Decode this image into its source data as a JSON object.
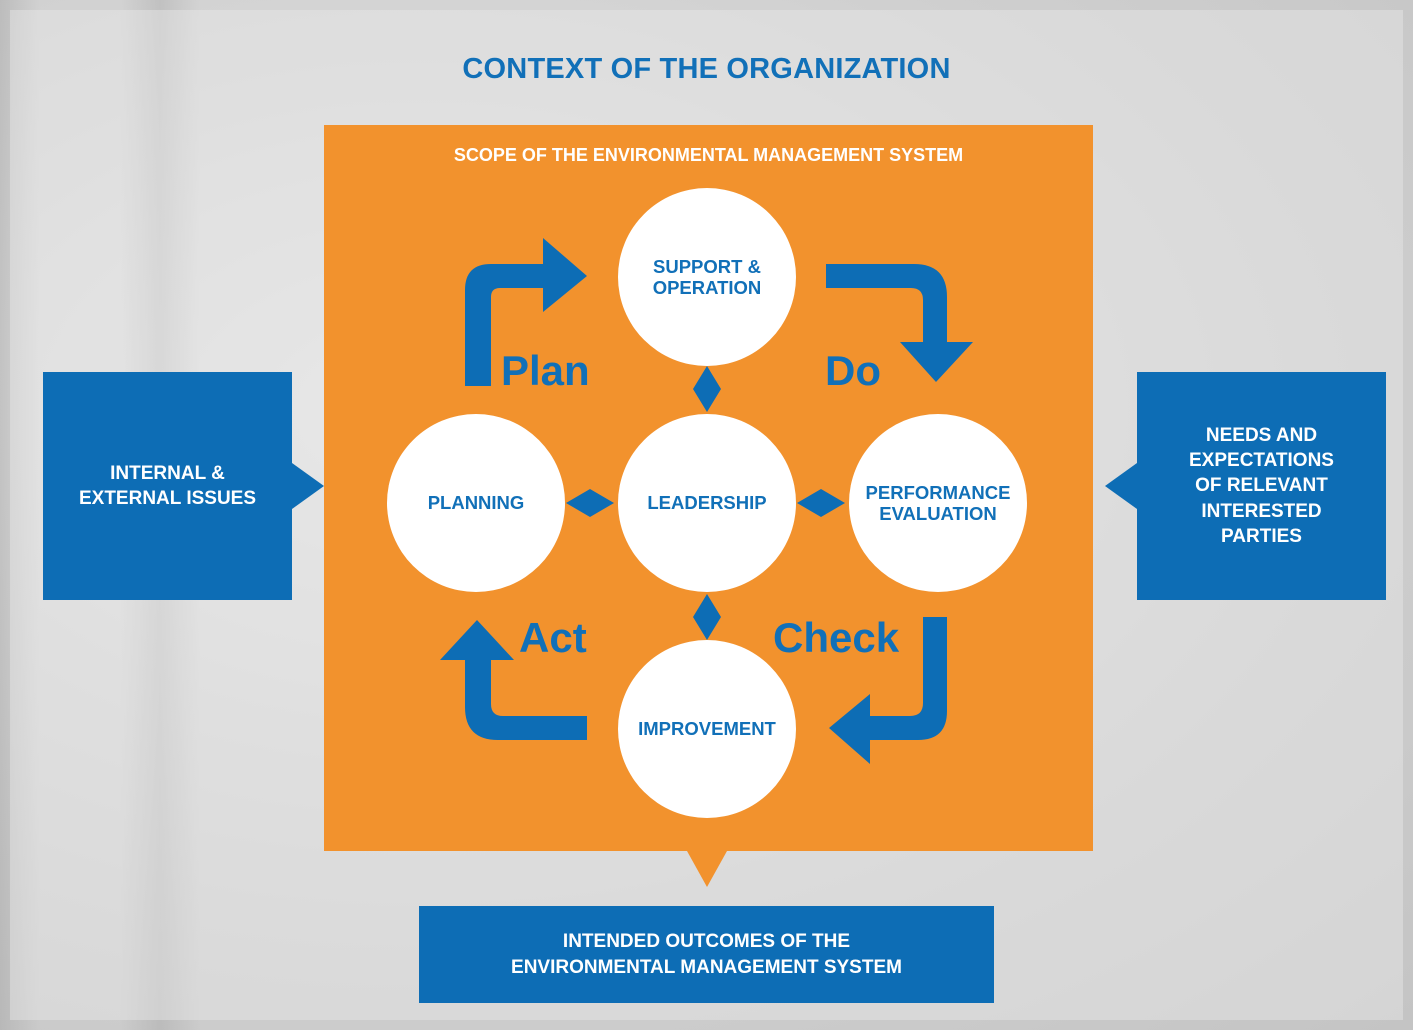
{
  "title": "CONTEXT OF THE ORGANIZATION",
  "scope_label": "SCOPE OF THE ENVIRONMENTAL MANAGEMENT SYSTEM",
  "left_box": "INTERNAL &\nEXTERNAL ISSUES",
  "right_box": "NEEDS AND\nEXPECTATIONS\nOF RELEVANT\nINTERESTED\nPARTIES",
  "bottom_box": "INTENDED OUTCOMES OF THE\nENVIRONMENTAL MANAGEMENT SYSTEM",
  "circles": {
    "top": "SUPPORT &\nOPERATION",
    "left": "PLANNING",
    "center": "LEADERSHIP",
    "right": "PERFORMANCE\nEVALUATION",
    "bottom": "IMPROVEMENT"
  },
  "phases": {
    "plan": "Plan",
    "do": "Do",
    "act": "Act",
    "check": "Check"
  },
  "colors": {
    "blue": "#0d6db5",
    "orange": "#f2922d",
    "text_blue": "#1170b8"
  }
}
